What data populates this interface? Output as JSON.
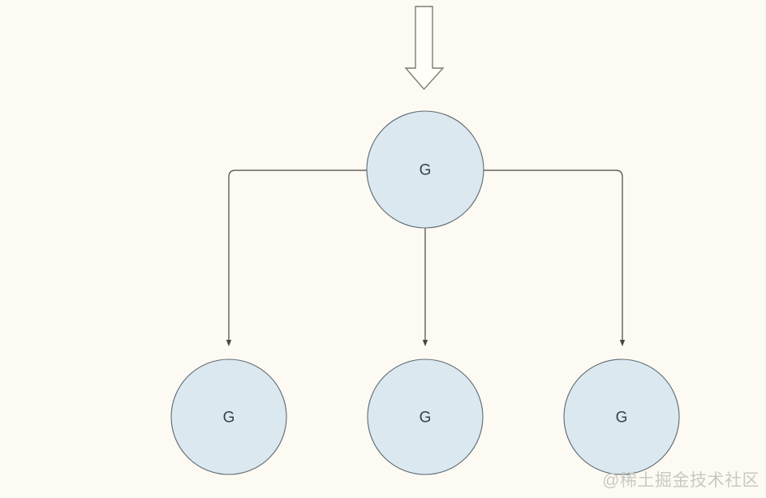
{
  "diagram": {
    "type": "tree",
    "entry_arrow": "down-arrow",
    "nodes": [
      {
        "id": "g-root",
        "label": "G"
      },
      {
        "id": "g-child-1",
        "label": "G"
      },
      {
        "id": "g-child-2",
        "label": "G"
      },
      {
        "id": "g-child-3",
        "label": "G"
      }
    ],
    "edges": [
      {
        "from": "g-root",
        "to": "g-child-1"
      },
      {
        "from": "g-root",
        "to": "g-child-2"
      },
      {
        "from": "g-root",
        "to": "g-child-3"
      }
    ]
  },
  "watermark": {
    "text": "@稀土掘金技术社区"
  },
  "colors": {
    "background": "#fcfaf2",
    "node_fill": "#dce8ef",
    "node_stroke": "#5d6a73",
    "node_label": "#36414a",
    "edge_line": "#48463f",
    "arrow_fill": "#fffef9",
    "arrow_outline": "#7f7b70",
    "watermark": "#cac8c3"
  }
}
